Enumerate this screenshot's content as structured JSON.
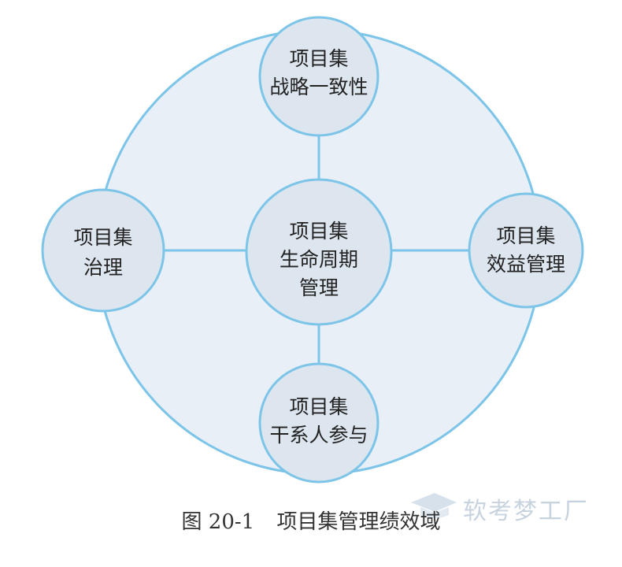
{
  "diagram": {
    "nodes": {
      "center": [
        "项目集",
        "生命周期",
        "管理"
      ],
      "top": [
        "项目集",
        "战略一致性"
      ],
      "left": [
        "项目集",
        "治理"
      ],
      "right": [
        "项目集",
        "效益管理"
      ],
      "bottom": [
        "项目集",
        "干系人参与"
      ]
    },
    "colors": {
      "fill_outer": "#e8eff6",
      "fill_node": "#dde6ef",
      "stroke": "#7cc4e8"
    }
  },
  "caption": {
    "figure_no": "图 20-1",
    "title": "项目集管理绩效域"
  },
  "watermark": {
    "text": "软考梦工厂",
    "icon": "graduation-cap-icon"
  }
}
